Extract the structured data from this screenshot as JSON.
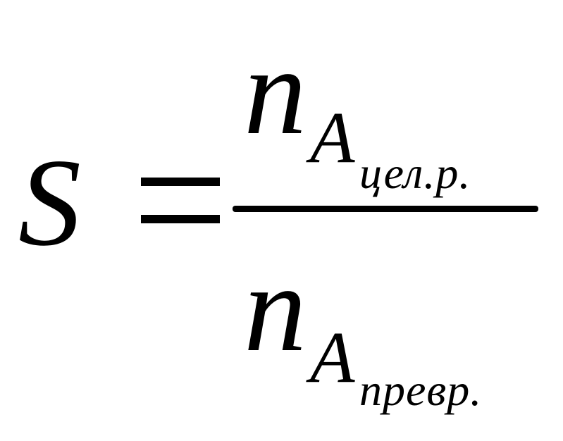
{
  "formula": {
    "lhs": "S",
    "numerator": {
      "symbol": "n",
      "subscript_symbol": "A",
      "subscript_label": "цел.р."
    },
    "denominator": {
      "symbol": "n",
      "subscript_symbol": "A",
      "subscript_label": "превр."
    }
  }
}
